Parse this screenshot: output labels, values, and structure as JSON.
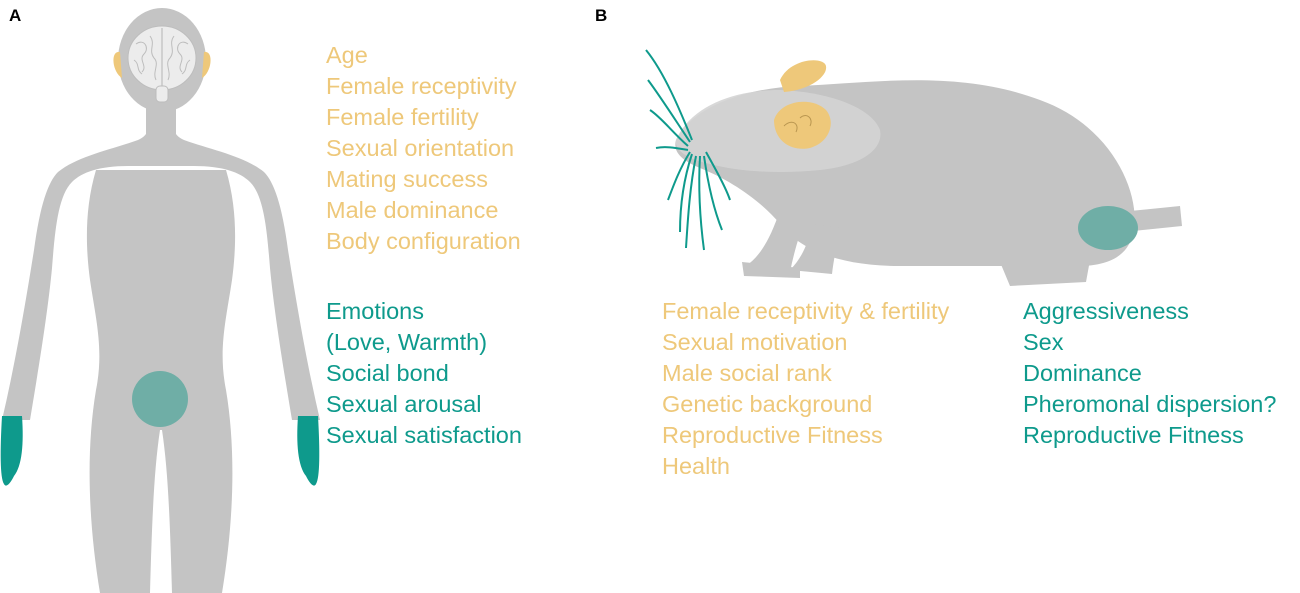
{
  "panels": {
    "a": {
      "label": "A"
    },
    "b": {
      "label": "B"
    }
  },
  "colors": {
    "gold": "#EEC87A",
    "teal": "#0E9A8C",
    "teal_soft": "#6FAEA6",
    "silhouette": "#C4C4C4",
    "silhouette_light": "#D4D4D4"
  },
  "human": {
    "gold_list": [
      "Age",
      "Female receptivity",
      "Female fertility",
      "Sexual orientation",
      "Mating success",
      "Male dominance",
      "Body configuration"
    ],
    "teal_list": [
      "Emotions",
      "(Love, Warmth)",
      "Social bond",
      "Sexual arousal",
      "Sexual satisfaction"
    ]
  },
  "mouse": {
    "gold_list": [
      "Female receptivity & fertility",
      "Sexual motivation",
      "Male social rank",
      "Genetic background",
      "Reproductive Fitness",
      "Health"
    ],
    "teal_list": [
      "Aggressiveness",
      "Sex",
      "Dominance",
      "Pheromonal dispersion?",
      "Reproductive Fitness"
    ]
  }
}
